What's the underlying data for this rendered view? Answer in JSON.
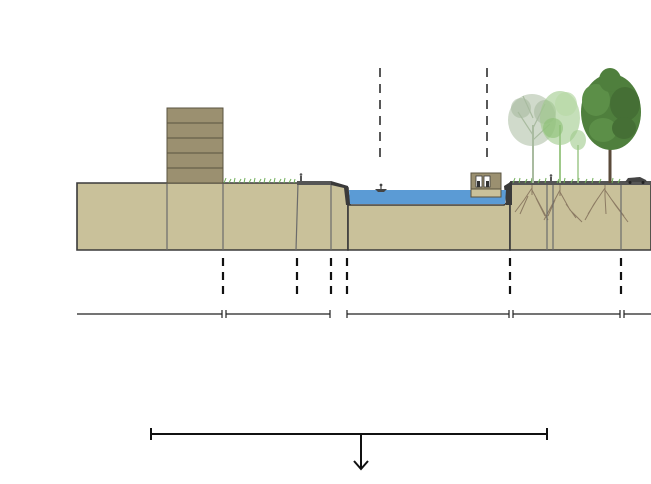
{
  "diagram": {
    "kind": "site-section",
    "colors": {
      "background": "#ffffff",
      "ground": "#c9c19a",
      "ground_outline": "#3a3a3a",
      "ground_divider": "#6b6b6b",
      "building": "#9b9070",
      "building_lines": "#5a5340",
      "water": "#5b9bd5",
      "water_edge": "#3a3a3a",
      "grass": "#6fae57",
      "tree_dark": "#4f7f3d",
      "tree_light": "#9fc98a",
      "tree_grey": "#a9bba0",
      "trunk": "#7a6a58",
      "roots": "#8c7b63",
      "dashes": "#111111",
      "dimension_lines": "#222222"
    },
    "elements": [
      "ground-section",
      "tower-building",
      "grass-strip",
      "canal-water",
      "boat",
      "houseboat",
      "tree-row",
      "root-systems",
      "parked-car",
      "zone-dividers",
      "dimension-lines",
      "scope-bracket",
      "down-arrow-icon"
    ],
    "zone_count": 9
  }
}
